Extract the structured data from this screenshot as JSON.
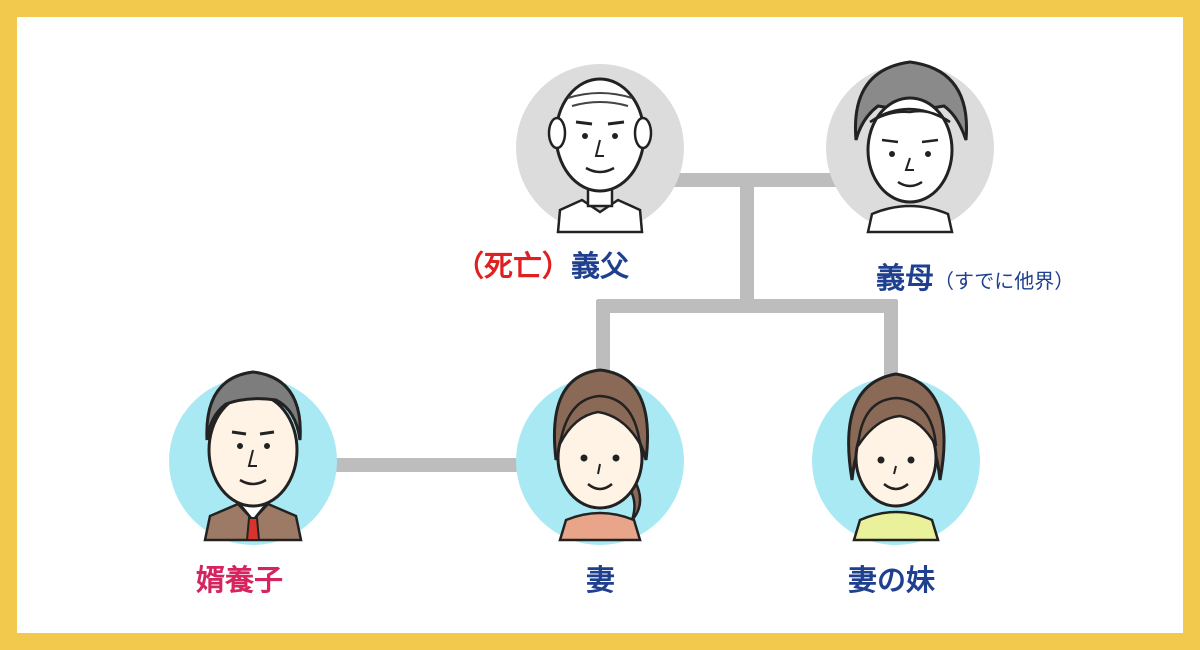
{
  "colors": {
    "frame_border": "#f2c94c",
    "background": "#ffffff",
    "connector": "#bdbdbd",
    "elder_circle": "#dcdcdc",
    "young_circle": "#a9e9f4",
    "name_navy": "#1f3f8f",
    "deceased_red": "#e02020",
    "adopted_pink": "#d6245f"
  },
  "people": {
    "father_in_law": {
      "status": "（死亡）",
      "name": "義父",
      "icon": "elderly-bald-man-icon"
    },
    "mother_in_law": {
      "name": "義母",
      "note": "（すでに他界）",
      "icon": "elderly-woman-icon"
    },
    "adopted_son_in_law": {
      "name": "婿養子",
      "icon": "middle-aged-man-suit-icon"
    },
    "wife": {
      "name": "妻",
      "icon": "woman-ponytail-icon"
    },
    "wife_sister": {
      "name": "妻の妹",
      "icon": "young-woman-icon"
    }
  }
}
